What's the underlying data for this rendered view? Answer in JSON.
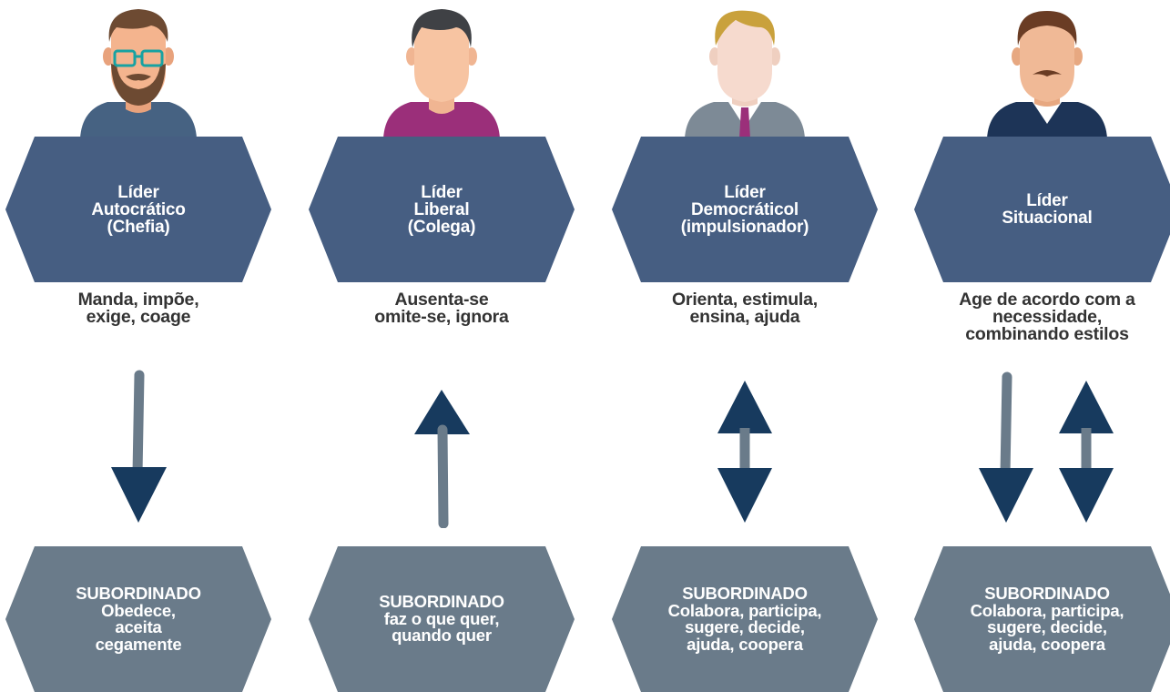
{
  "colors": {
    "leader_hex": "#465e82",
    "sub_hex": "#6a7b8a",
    "arrow_head": "#173a5e",
    "arrow_shaft": "#6a7b8a",
    "text_dark": "#333333"
  },
  "columns": [
    {
      "leader_lines": [
        "Líder",
        "Autocrático",
        "(Chefia)"
      ],
      "behavior_lines": [
        "Manda, impõe,",
        "exige, coage"
      ],
      "arrows": "down",
      "subordinate_lines": [
        "SUBORDINADO",
        "Obedece,",
        "aceita",
        "cegamente"
      ],
      "avatar": "bearded-man-glasses-icon"
    },
    {
      "leader_lines": [
        "Líder",
        "Liberal",
        "(Colega)"
      ],
      "behavior_lines": [
        "Ausenta-se",
        "omite-se, ignora"
      ],
      "arrows": "up",
      "subordinate_lines": [
        "SUBORDINADO",
        "faz o que quer,",
        "quando quer"
      ],
      "avatar": "man-purple-shirt-icon"
    },
    {
      "leader_lines": [
        "Líder",
        "Democráticol",
        "(impulsionador)"
      ],
      "behavior_lines": [
        "Orienta, estimula,",
        "ensina, ajuda"
      ],
      "arrows": "both",
      "subordinate_lines": [
        "SUBORDINADO",
        "Colabora, participa,",
        "sugere, decide,",
        "ajuda, coopera"
      ],
      "avatar": "blond-man-suit-tie-icon"
    },
    {
      "leader_lines": [
        "Líder",
        "Situacional"
      ],
      "behavior_lines": [
        "Age de acordo com a",
        "necessidade,",
        "combinando estilos"
      ],
      "arrows": "down-up",
      "subordinate_lines": [
        "SUBORDINADO",
        "Colabora, participa,",
        "sugere, decide,",
        "ajuda, coopera"
      ],
      "avatar": "mustache-man-suit-icon"
    }
  ]
}
